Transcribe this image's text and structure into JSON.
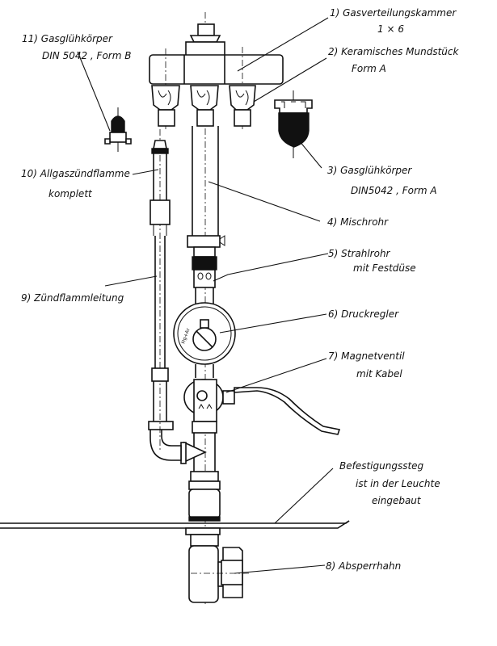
{
  "diagram": {
    "type": "technical-drawing",
    "subject": "Gasleuchte Brennerbaugruppe",
    "colors": {
      "ink": "#111111",
      "paper": "#ffffff"
    },
    "labels": [
      {
        "id": "1",
        "lines": [
          "1) Gasverteilungskammer",
          "1 × 6"
        ]
      },
      {
        "id": "2",
        "lines": [
          "2) Keramisches  Mundstück",
          "Form A"
        ]
      },
      {
        "id": "3",
        "lines": [
          "3) Gasglühkörper",
          "DIN5042 , Form A"
        ]
      },
      {
        "id": "4",
        "lines": [
          "4) Mischrohr"
        ]
      },
      {
        "id": "5",
        "lines": [
          "5) Strahlrohr",
          "mit Festdüse"
        ]
      },
      {
        "id": "6",
        "lines": [
          "6) Druckregler"
        ]
      },
      {
        "id": "7",
        "lines": [
          "7) Magnetventil",
          "mit Kabel"
        ]
      },
      {
        "id": "8",
        "lines": [
          "8) Absperrhahn"
        ]
      },
      {
        "id": "9",
        "lines": [
          "9) Zündflammleitung"
        ]
      },
      {
        "id": "10",
        "lines": [
          "10) Allgaszündflamme",
          "komplett"
        ]
      },
      {
        "id": "11",
        "lines": [
          "11) Gasglühkörper",
          "DIN 5042 , Form B"
        ]
      },
      {
        "id": "mount",
        "lines": [
          "Befestigungssteg",
          "ist in der Leuchte",
          "eingebaut"
        ]
      }
    ],
    "gauge_marking": "Hg+Ar"
  }
}
